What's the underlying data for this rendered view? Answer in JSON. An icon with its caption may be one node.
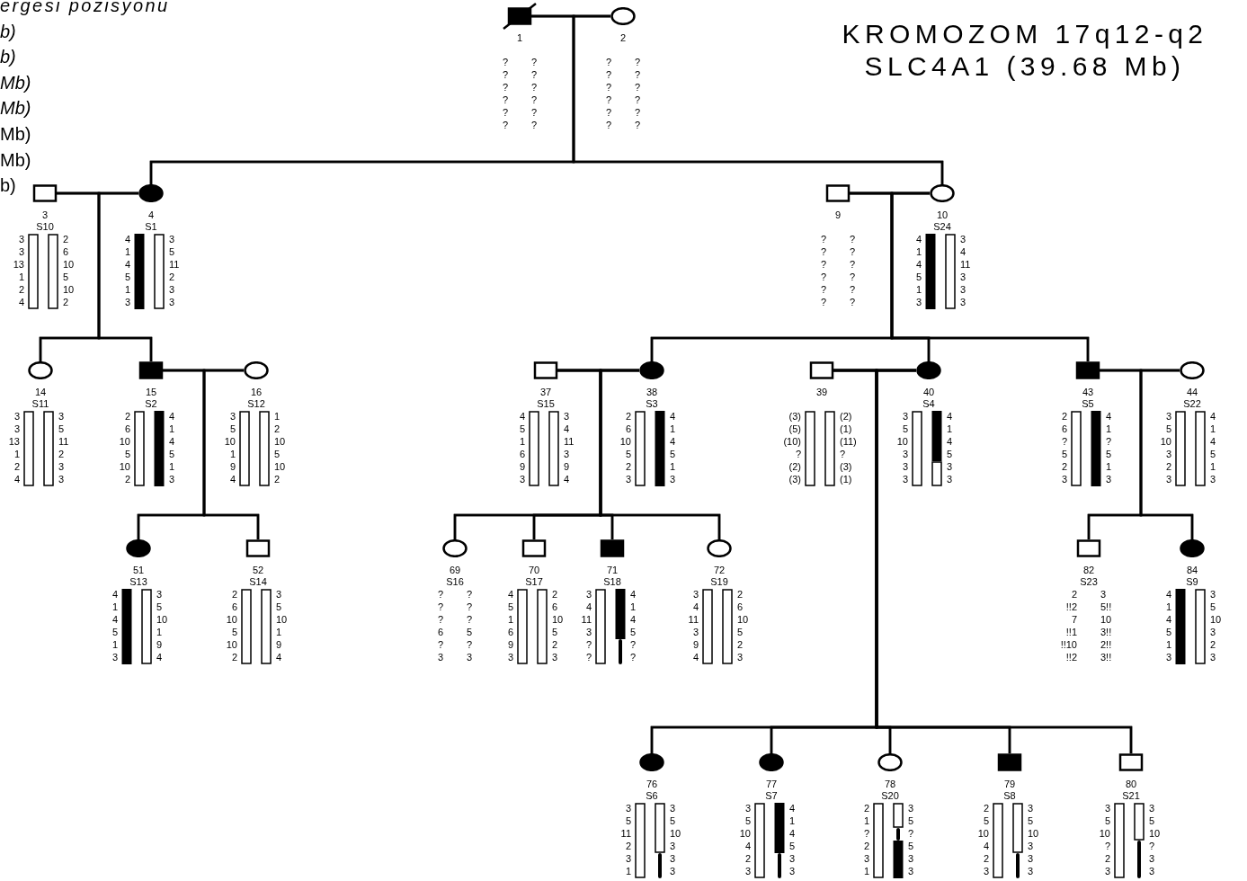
{
  "diagram": {
    "title": "KROMOZOM 17q12-q2 SLC4A1 (39.68 Mb)",
    "nodes": [
      {
        "text": [
          "1"
        ],
        "beside": [
          "? ? ? ? ? ?",
          "? ? ? ? ? ?"
        ]
      },
      {
        "text": [
          "2"
        ],
        "beside": [
          "? ? ? ? ? ?",
          "? ? ? ? ? ?"
        ]
      },
      {
        "text": [
          "3",
          "S10"
        ],
        "beside": [
          "3 3 13 1 2 4",
          "2 6 10 5 10 2"
        ]
      },
      {
        "text": [
          "4",
          "S1"
        ],
        "beside": [
          "4 1 4 5 1 3",
          "3 5 11 2 3 3"
        ]
      },
      {
        "text": [
          "9"
        ],
        "beside": [
          "? ? ? ? ? ?",
          "? ? ? ? ? ?"
        ]
      },
      {
        "text": [
          "10",
          "S24"
        ],
        "beside": [
          "4 1 4 5 1 3",
          "3 4 11 3 3 3"
        ]
      },
      {
        "text": [
          "14",
          "S11"
        ],
        "beside": [
          "3 3 13 1 2 4",
          "3 5 11 2 3 3"
        ]
      },
      {
        "text": [
          "15",
          "S2"
        ],
        "beside": [
          "2 6 10 5 10 2",
          "4 1 4 5 1 3"
        ]
      },
      {
        "text": [
          "16",
          "S12"
        ],
        "beside": [
          "3 5 10 1 9 4",
          "1 2 10 5 10 2"
        ]
      },
      {
        "text": [
          "37",
          "S15"
        ],
        "beside": [
          "4 5 1 6 9 3",
          "3 4 11 3 9 4"
        ]
      },
      {
        "text": [
          "38",
          "S3"
        ],
        "beside": [
          "2 6 10 5 2 3",
          "4 1 4 5 1 3"
        ]
      },
      {
        "text": [
          "39"
        ],
        "beside": [
          "(3) (5) (10) ? (2) (3)",
          "(2) (1) (11) ? (3) (1)"
        ]
      },
      {
        "text": [
          "40",
          "S4"
        ],
        "beside": [
          "3 5 10 3 3 3",
          "4 1 4 5 3 3"
        ]
      },
      {
        "text": [
          "43",
          "S5"
        ],
        "beside": [
          "2 6 ? 5 2 3",
          "4 1 ? 5 1 3"
        ]
      },
      {
        "text": [
          "44",
          "S22"
        ],
        "beside": [
          "3 5 10 3 2 3",
          "4 1 4 5 1 3"
        ]
      },
      {
        "text": [
          "51",
          "S13"
        ],
        "beside": [
          "4 1 4 5 1 3",
          "3 5 10 1 9 4"
        ]
      },
      {
        "text": [
          "52",
          "S14"
        ],
        "beside": [
          "2 6 10 5 10 2",
          "3 5 10 1 9 4"
        ]
      },
      {
        "text": [
          "69",
          "S16"
        ],
        "beside": [
          "? ? ? 6 ? 3",
          "? ? ? 5 ? 3"
        ]
      },
      {
        "text": [
          "70",
          "S17"
        ],
        "beside": [
          "4 5 1 6 9 3",
          "2 6 10 5 2 3"
        ]
      },
      {
        "text": [
          "71",
          "S18"
        ],
        "beside": [
          "3 4 11 3 ? ?",
          "4 1 4 5 ? ?"
        ]
      },
      {
        "text": [
          "72",
          "S19"
        ],
        "beside": [
          "3 4 11 3 9 4",
          "2 6 10 5 2 3"
        ]
      },
      {
        "text": [
          "82",
          "S23"
        ],
        "beside": [
          "2 !!2 7 !!1 !!10 !!2",
          "3 5!! 10 3!! 2!! 3!!"
        ]
      },
      {
        "text": [
          "84",
          "S9"
        ],
        "beside": [
          "4 1 4 5 1 3",
          "3 5 10 3 2 3"
        ]
      },
      {
        "text": [
          "76",
          "S6"
        ],
        "beside": [
          "3 5 11 2 3 1",
          "3 5 10 3 3 3"
        ]
      },
      {
        "text": [
          "77",
          "S7"
        ],
        "beside": [
          "3 5 10 4 2 3",
          "4 1 4 5 3 3"
        ]
      },
      {
        "text": [
          "78",
          "S20"
        ],
        "beside": [
          "2 1 ? 2 3 1",
          "3 5 ? 5 3 3"
        ]
      },
      {
        "text": [
          "79",
          "S8"
        ],
        "beside": [
          "2 5 10 4 2 3",
          "3 5 10 3 3 3"
        ]
      },
      {
        "text": [
          "80",
          "S21"
        ],
        "beside": [
          "3 5 10 ? 2 3",
          "3 5 10 ? 3 3"
        ]
      }
    ],
    "edges": [
      {
        "from": 0,
        "to": 1,
        "arrow": "none"
      },
      {
        "from": 0,
        "to": 3,
        "arrow": "none"
      },
      {
        "from": 1,
        "to": 3,
        "arrow": "none"
      },
      {
        "from": 0,
        "to": 5,
        "arrow": "none"
      },
      {
        "from": 1,
        "to": 5,
        "arrow": "none"
      },
      {
        "from": 2,
        "to": 3,
        "arrow": "none"
      },
      {
        "from": 2,
        "to": 6,
        "arrow": "none"
      },
      {
        "from": 3,
        "to": 6,
        "arrow": "none"
      },
      {
        "from": 2,
        "to": 7,
        "arrow": "none"
      },
      {
        "from": 3,
        "to": 7,
        "arrow": "none"
      },
      {
        "from": 4,
        "to": 5,
        "arrow": "none"
      },
      {
        "from": 4,
        "to": 10,
        "arrow": "none"
      },
      {
        "from": 5,
        "to": 10,
        "arrow": "none"
      },
      {
        "from": 4,
        "to": 12,
        "arrow": "none"
      },
      {
        "from": 5,
        "to": 12,
        "arrow": "none"
      },
      {
        "from": 4,
        "to": 13,
        "arrow": "none"
      },
      {
        "from": 5,
        "to": 13,
        "arrow": "none"
      },
      {
        "from": 7,
        "to": 8,
        "arrow": "none"
      },
      {
        "from": 7,
        "to": 15,
        "arrow": "none"
      },
      {
        "from": 8,
        "to": 15,
        "arrow": "none"
      },
      {
        "from": 7,
        "to": 16,
        "arrow": "none"
      },
      {
        "from": 8,
        "to": 16,
        "arrow": "none"
      },
      {
        "from": 9,
        "to": 10,
        "arrow": "none"
      },
      {
        "from": 9,
        "to": 17,
        "arrow": "none"
      },
      {
        "from": 10,
        "to": 17,
        "arrow": "none"
      },
      {
        "from": 9,
        "to": 18,
        "arrow": "none"
      },
      {
        "from": 10,
        "to": 18,
        "arrow": "none"
      },
      {
        "from": 9,
        "to": 19,
        "arrow": "none"
      },
      {
        "from": 10,
        "to": 19,
        "arrow": "none"
      },
      {
        "from": 9,
        "to": 20,
        "arrow": "none"
      },
      {
        "from": 10,
        "to": 20,
        "arrow": "none"
      },
      {
        "from": 11,
        "to": 12,
        "arrow": "none"
      },
      {
        "from": 11,
        "to": 23,
        "arrow": "none"
      },
      {
        "from": 12,
        "to": 23,
        "arrow": "none"
      },
      {
        "from": 11,
        "to": 24,
        "arrow": "none"
      },
      {
        "from": 12,
        "to": 24,
        "arrow": "none"
      },
      {
        "from": 11,
        "to": 25,
        "arrow": "none"
      },
      {
        "from": 12,
        "to": 25,
        "arrow": "none"
      },
      {
        "from": 11,
        "to": 26,
        "arrow": "none"
      },
      {
        "from": 12,
        "to": 26,
        "arrow": "none"
      },
      {
        "from": 11,
        "to": 27,
        "arrow": "none"
      },
      {
        "from": 12,
        "to": 27,
        "arrow": "none"
      },
      {
        "from": 13,
        "to": 14,
        "arrow": "none"
      },
      {
        "from": 13,
        "to": 21,
        "arrow": "none"
      },
      {
        "from": 14,
        "to": 21,
        "arrow": "none"
      },
      {
        "from": 13,
        "to": 22,
        "arrow": "none"
      },
      {
        "from": 14,
        "to": 22,
        "arrow": "none"
      }
    ],
    "labels": [
      "ergesi pozisyonu",
      "b)",
      "b)",
      "Mb)",
      "Mb)",
      "Mb)",
      "Mb)",
      "b)"
    ]
  }
}
